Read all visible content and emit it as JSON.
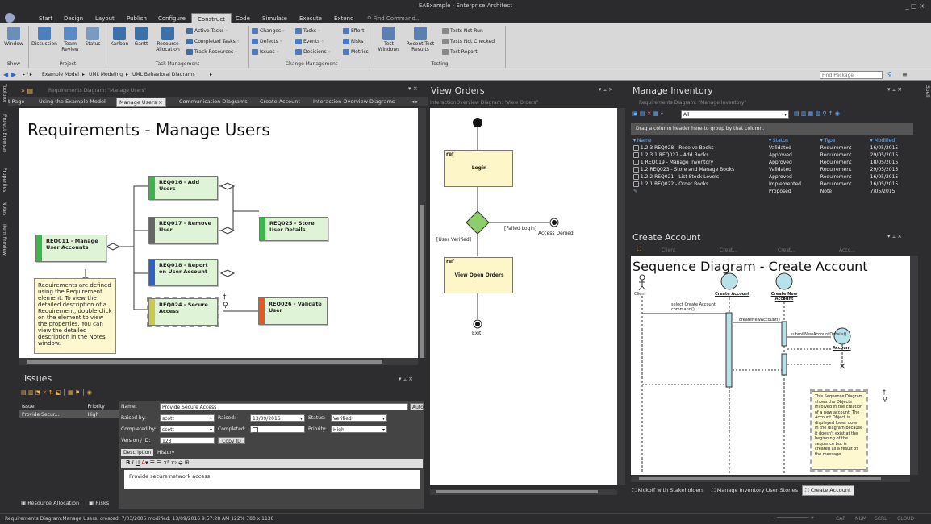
{
  "app": {
    "title": "EAExample - Enterprise Architect",
    "window_controls": "_ □ ×"
  },
  "menu": {
    "items": [
      "Start",
      "Design",
      "Layout",
      "Publish",
      "Configure",
      "Construct",
      "Code",
      "Simulate",
      "Execute",
      "Extend"
    ],
    "active": "Construct",
    "find": "Find Command..."
  },
  "ribbon": {
    "window_label": "Window",
    "discussion_label": "Discussion",
    "team_review_label": "Team Review",
    "status_label": "Status",
    "kanban_label": "Kanban",
    "gantt_label": "Gantt",
    "resource_allocation_label": "Resource Allocation",
    "task_list": [
      "Active Tasks",
      "Completed Tasks",
      "Track Resources"
    ],
    "change_col1": [
      "Changes",
      "Defects",
      "Issues"
    ],
    "change_col2": [
      "Tasks",
      "Events",
      "Decisions"
    ],
    "change_col3": [
      "Effort",
      "Risks",
      "Metrics"
    ],
    "test_windows_label": "Test Windows",
    "recent_test_results_label": "Recent Test Results",
    "testing_list": [
      "Tests Not Run",
      "Tests Not Checked",
      "Test Report"
    ],
    "groups": {
      "show": "Show",
      "project": "Project",
      "task": "Task Management",
      "change": "Change Management",
      "testing": "Testing"
    }
  },
  "breadcrumb": {
    "items": [
      "Example Model",
      "UML Modeling",
      "UML Behavioral Diagrams"
    ],
    "find_placeholder": "Find Package"
  },
  "left_strip": {
    "items": [
      "Toolbox",
      "Project Browser",
      "Properties",
      "Notes",
      "Item Preview"
    ]
  },
  "right_strip": {
    "items": [
      "Spell"
    ]
  },
  "diagram": {
    "header": "Requirements Diagram: \"Manage Users\"",
    "tabs": [
      "t Page",
      "Using the Example Model",
      "Manage Users",
      "Communication Diagrams",
      "Create Account",
      "Interaction Overview Diagrams"
    ],
    "title": "Requirements - Manage Users",
    "reqs": {
      "r016": "REQ016 - Add Users",
      "r017": "REQ017 - Remove User",
      "r018": "REQ018 - Report on User Account",
      "r024": "REQ024 - Secure Access",
      "r011": "REQ011 - Manage User Accounts",
      "r025": "REQ025 - Store User Details",
      "r026": "REQ026 - Validate User"
    },
    "note": "Requirements are defined using the Requirement element. To view the detailed description of a Requirement, double-click on the element to view the properties. You can view the detailed description in the Notes window.",
    "colors": {
      "r016": "#3cb54a",
      "r017": "#666666",
      "r018": "#2f5fc9",
      "r024": "#c9c94a",
      "r011": "#3cb54a",
      "r025": "#3cb54a",
      "r026": "#e05a22"
    }
  },
  "view_orders": {
    "title": "View Orders",
    "header": "InteractionOverview Diagram: \"View Orders\"",
    "ref1": "ref",
    "login": "Login",
    "ref2": "ref",
    "view_open": "View Open Orders",
    "failed": "[Failed Login]",
    "verified": "[User Verified]",
    "denied": "Access Denied",
    "exit": "Exit"
  },
  "inventory": {
    "title": "Manage Inventory",
    "header": "Requirements Diagram: \"Manage Inventory\"",
    "filter": "All",
    "group_hint": "Drag a column header here to group by that column.",
    "columns": [
      "Name",
      "Status",
      "Type",
      "Modified"
    ],
    "rows": [
      [
        "1.2.3 REQ028 - Receive Books",
        "Validated",
        "Requirement",
        "16/05/2015"
      ],
      [
        "1.2.3.1 REQ027 - Add Books",
        "Approved",
        "Requirement",
        "29/05/2015"
      ],
      [
        "1 REQ019 - Manage Inventory",
        "Approved",
        "Requirement",
        "18/05/2015"
      ],
      [
        "1.2 REQ023 - Store and Manage Books",
        "Validated",
        "Requirement",
        "29/05/2015"
      ],
      [
        "1.2.2 REQ021 - List Stock Levels",
        "Approved",
        "Requirement",
        "16/05/2015"
      ],
      [
        "1.2.1 REQ022 - Order Books",
        "Implemented",
        "Requirement",
        "16/05/2015"
      ],
      [
        "",
        "Proposed",
        "Note",
        "7/05/2015"
      ]
    ]
  },
  "create_account": {
    "title": "Create Account",
    "header_cols": [
      "Client",
      "Creat...",
      "Creat...",
      "Acco..."
    ],
    "diagram_title": "Sequence Diagram - Create Account",
    "client": "Client",
    "ca": "Create Account",
    "cna": "Create New Account",
    "acc": "Account",
    "msg1": "select Create Account command()",
    "msg2": "createNewAccount()",
    "msg3": "submitNewAccountDetails()",
    "note": "This Sequence Diagram shows the Objects involved in the creation of a new account. The Account Object is displayed lower down in the diagram because it doesn't exist at the beginning of the sequence but is created as a result of the message.",
    "bottom_tabs": [
      "Kickoff with Stakeholders",
      "Manage Inventory User Stories",
      "Create Account"
    ]
  },
  "issues": {
    "title": "Issues",
    "cols": [
      "Issue",
      "Priority"
    ],
    "row": [
      "Provide Secur...",
      "High"
    ],
    "name_label": "Name:",
    "name": "Provide Secure Access",
    "auto": "Auto",
    "raised_by_label": "Raised by:",
    "raised_by": "scott",
    "raised_label": "Raised:",
    "raised": "13/09/2016",
    "status_label": "Status:",
    "status": "Verified",
    "completed_by_label": "Completed by:",
    "completed_by": "scott",
    "completed_label": "Completed:",
    "priority_label": "Priority:",
    "priority": "High",
    "version_label": "Version / ID:",
    "version": "123",
    "copy_id": "Copy ID",
    "tabs": [
      "Description",
      "History"
    ],
    "description": "Provide secure network access",
    "bottom_tabs": [
      "Resource Allocation",
      "Risks"
    ]
  },
  "status_bar": {
    "text": "Requirements Diagram:Manage Users:  created: 7/03/2005  modified: 13/09/2016 9:57:28 AM   122%   780 x 1138",
    "indicators": [
      "CAP",
      "NUM",
      "SCRL",
      "CLOUD"
    ]
  }
}
